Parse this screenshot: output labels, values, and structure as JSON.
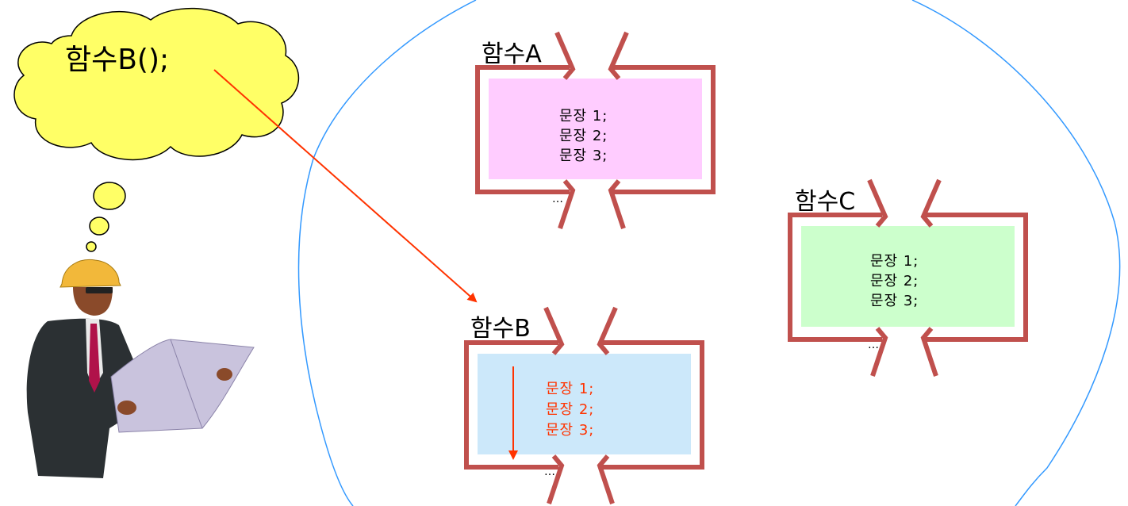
{
  "thought": {
    "text": "함수B();"
  },
  "functions": [
    {
      "id": "a",
      "title": "함수A",
      "statements": [
        "문장 1;",
        "문장 2;",
        "문장 3;"
      ],
      "ellipsis": "…",
      "fill": "#ffccff",
      "text_color": "#000000"
    },
    {
      "id": "b",
      "title": "함수B",
      "statements": [
        "문장 1;",
        "문장 2;",
        "문장 3;"
      ],
      "ellipsis": "…",
      "fill": "#cce8fa",
      "text_color": "#ff3300"
    },
    {
      "id": "c",
      "title": "함수C",
      "statements": [
        "문장 1;",
        "문장 2;",
        "문장 3;"
      ],
      "ellipsis": "…",
      "fill": "#ccffcc",
      "text_color": "#000000"
    }
  ],
  "colors": {
    "frame": "#c0504d",
    "blob": "#3399ff",
    "cloud_fill": "#ffff66",
    "arrow": "#ff3300"
  }
}
